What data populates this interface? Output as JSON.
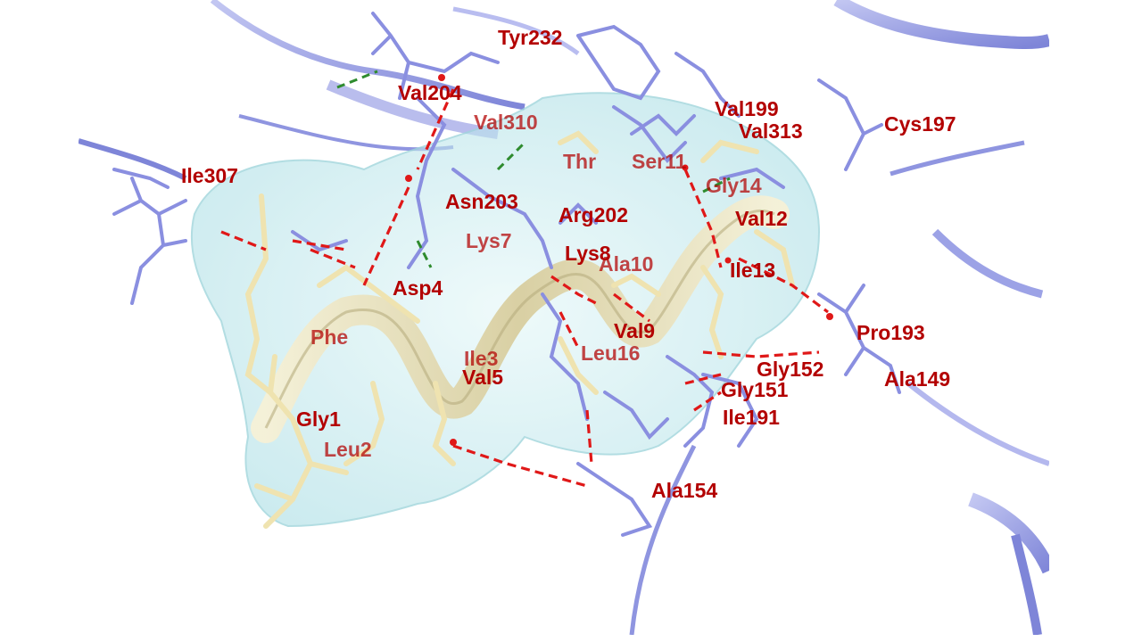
{
  "colors": {
    "label": "#b30000",
    "receptor_stick": "#8a8fe0",
    "receptor_ribbon": "#9da3e6",
    "peptide_stick": "#f0e6b5",
    "peptide_helix": "#eee6bf",
    "surface": "#bfe7ec",
    "hbond": "#2e8b2e",
    "contact": "#e01818"
  },
  "residue_labels": [
    "Tyr232",
    "Val204",
    "Val310",
    "Val199",
    "Val313",
    "Cys197",
    "Ile307",
    "Thr",
    "Ser11",
    "Gly14",
    "Asn203",
    "Arg202",
    "Val12",
    "Lys7",
    "Lys8",
    "Ala10",
    "Ile13",
    "Asp4",
    "Pro193",
    "Phe",
    "Val9",
    "Leu16",
    "Gly152",
    "Ala149",
    "Ile3",
    "Val5",
    "Gly151",
    "Ile191",
    "Gly1",
    "Leu2",
    "Ala154"
  ]
}
